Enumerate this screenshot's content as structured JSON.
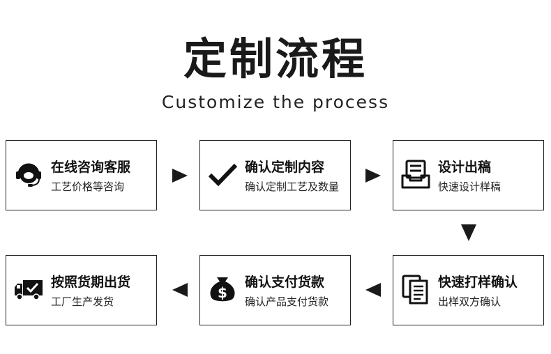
{
  "header": {
    "title": "定制流程",
    "subtitle": "Customize the process"
  },
  "steps": [
    {
      "title": "在线咨询客服",
      "desc": "工艺价格等咨询",
      "icon": "headset-icon"
    },
    {
      "title": "确认定制内容",
      "desc": "确认定制工艺及数量",
      "icon": "checkmark-icon"
    },
    {
      "title": "设计出稿",
      "desc": "快速设计样稿",
      "icon": "inbox-tray-icon"
    },
    {
      "title": "快速打样确认",
      "desc": "出样双方确认",
      "icon": "documents-icon"
    },
    {
      "title": "确认支付货款",
      "desc": "确认产品支付货款",
      "icon": "money-bag-icon"
    },
    {
      "title": "按照货期出货",
      "desc": "工厂生产发货",
      "icon": "delivery-truck-icon"
    }
  ]
}
